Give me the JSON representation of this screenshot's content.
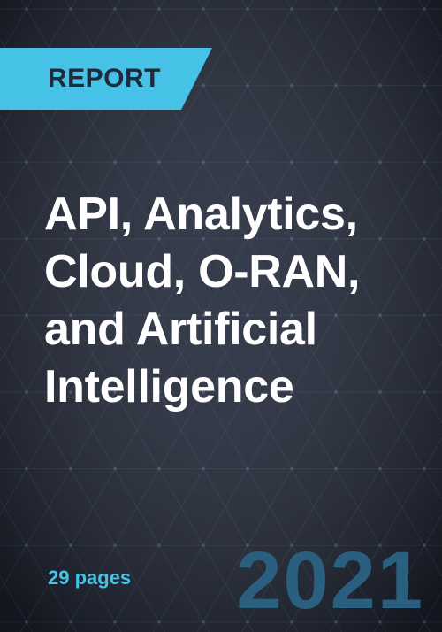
{
  "badge": {
    "label": "REPORT",
    "color": "#45c2e6"
  },
  "title": {
    "lines": [
      "API, Analytics,",
      "Cloud, O-RAN,",
      "and Artificial",
      "Intelligence"
    ]
  },
  "pages": "29 pages",
  "year": "2021",
  "colors": {
    "background": "#1f2533",
    "accent": "#45c2e6",
    "year": "#2a5f80",
    "title": "#ffffff"
  }
}
